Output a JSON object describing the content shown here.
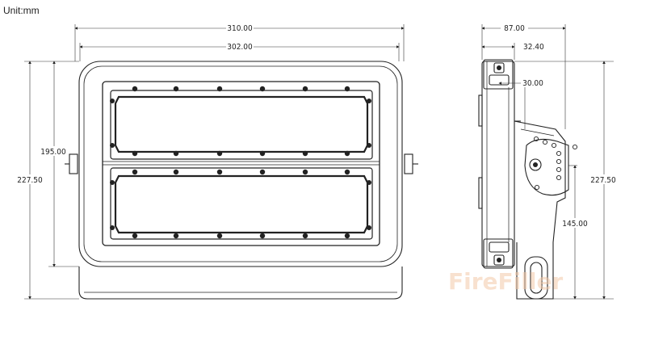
{
  "unit_label": "Unit:mm",
  "front_view": {
    "overall_width": "310.00",
    "inner_width": "302.00",
    "body_height": "195.00",
    "overall_height": "227.50"
  },
  "side_view": {
    "overall_depth": "87.00",
    "body_depth": "32.40",
    "bracket_offset": "30.00",
    "overall_height": "227.50",
    "pivot_height": "145.00"
  },
  "watermark": "FireFiller"
}
